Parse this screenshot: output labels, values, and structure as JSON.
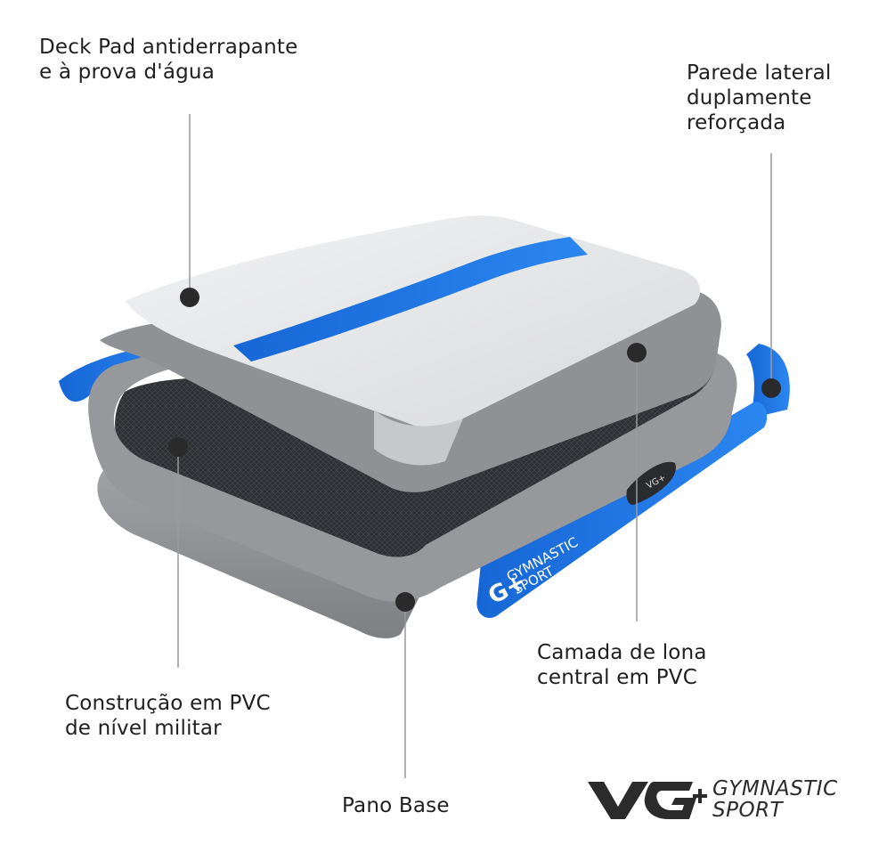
{
  "callouts": {
    "deck_pad": {
      "line1": "Deck Pad antiderrapante",
      "line2": "e à prova d'água"
    },
    "parede_lateral": {
      "line1": "Parede lateral",
      "line2": "duplamente",
      "line3": "reforçada"
    },
    "camada_lona": {
      "line1": "Camada de lona",
      "line2": "central em PVC"
    },
    "construcao_pvc": {
      "line1": "Construção em PVC",
      "line2": "de nível militar"
    },
    "pano_base": {
      "line1": "Pano Base"
    }
  },
  "mat_label": {
    "line1": "GYMNASTIC",
    "line2": "SPORT"
  },
  "handle_label": "VG+",
  "brand": {
    "line1": "GYMNASTIC",
    "line2": "SPORT"
  },
  "colors": {
    "accent_blue": "#1f78e6",
    "deck_gray": "#e6e7e8",
    "pvc_gray": "#8e9094",
    "mesh_dark": "#2c2d30",
    "callout_line": "#9a9a9a",
    "marker_dot": "#2a2a2a",
    "text": "#1f1f1f"
  },
  "icons": {
    "brand_logo": "vg-plus-logo-icon",
    "handle": "carry-handle-icon"
  }
}
